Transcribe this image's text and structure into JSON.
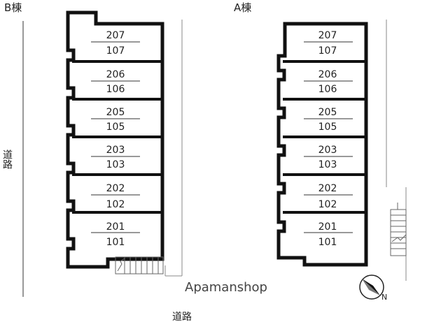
{
  "buildings": [
    {
      "name": "B棟",
      "units": [
        {
          "upper": "207",
          "lower": "107"
        },
        {
          "upper": "206",
          "lower": "106"
        },
        {
          "upper": "205",
          "lower": "105"
        },
        {
          "upper": "203",
          "lower": "103"
        },
        {
          "upper": "202",
          "lower": "102"
        },
        {
          "upper": "201",
          "lower": "101"
        }
      ]
    },
    {
      "name": "A棟",
      "units": [
        {
          "upper": "207",
          "lower": "107"
        },
        {
          "upper": "206",
          "lower": "106"
        },
        {
          "upper": "205",
          "lower": "105"
        },
        {
          "upper": "203",
          "lower": "103"
        },
        {
          "upper": "202",
          "lower": "102"
        },
        {
          "upper": "201",
          "lower": "101"
        }
      ]
    }
  ],
  "roads": {
    "left": "道路",
    "bottom": "道路"
  },
  "watermark": "Apamanshop",
  "compass_label": "N"
}
